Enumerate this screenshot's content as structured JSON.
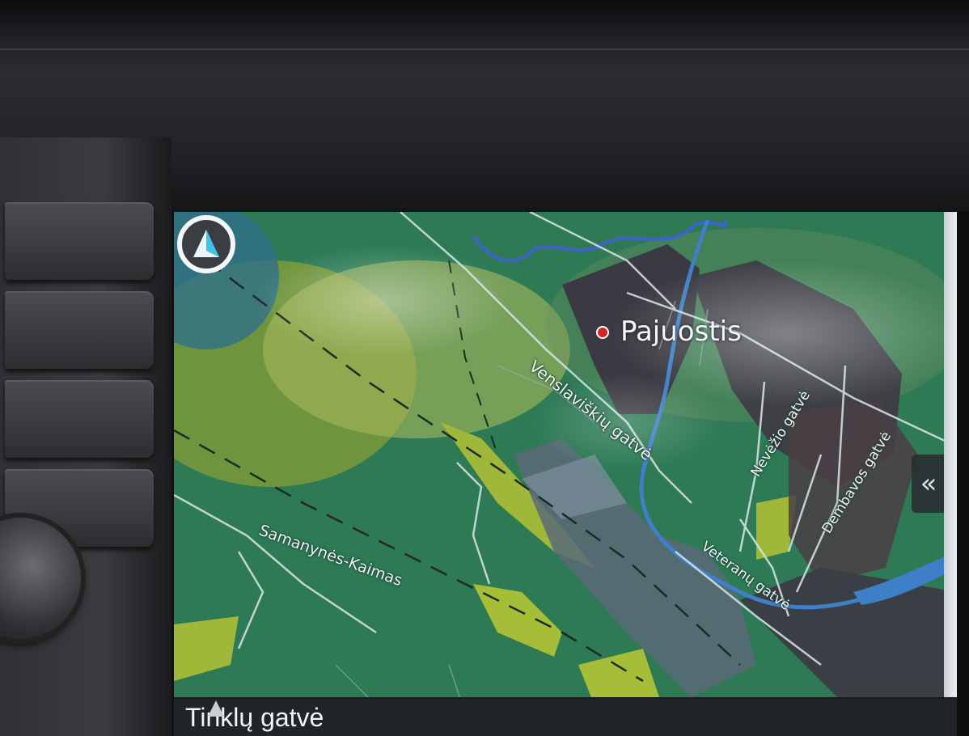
{
  "map": {
    "place_name": "Pajuostis",
    "streets": {
      "venslaviskiu": "Venslaviškių gatvė",
      "samanynes": "Samanynės-Kaimas",
      "nevezio": "Nevėžio gatvė",
      "dembavos": "Dembavos gatvė",
      "veteranu": "Veteranų gatvė"
    }
  },
  "status_bar": {
    "current_street": "Tinklų gatvė"
  },
  "controls": {
    "collapse_glyph": "«"
  },
  "colors": {
    "map_green": "#2d7a55",
    "river_blue": "#3f7fc8",
    "urban_dark": "#3b3a42",
    "field_yellow": "#9fb83a",
    "nav_accent": "#3fc3e6"
  },
  "icons": {
    "current_street": "nav-arrow-icon",
    "position": "vehicle-position-icon",
    "place": "location-dot-icon"
  }
}
